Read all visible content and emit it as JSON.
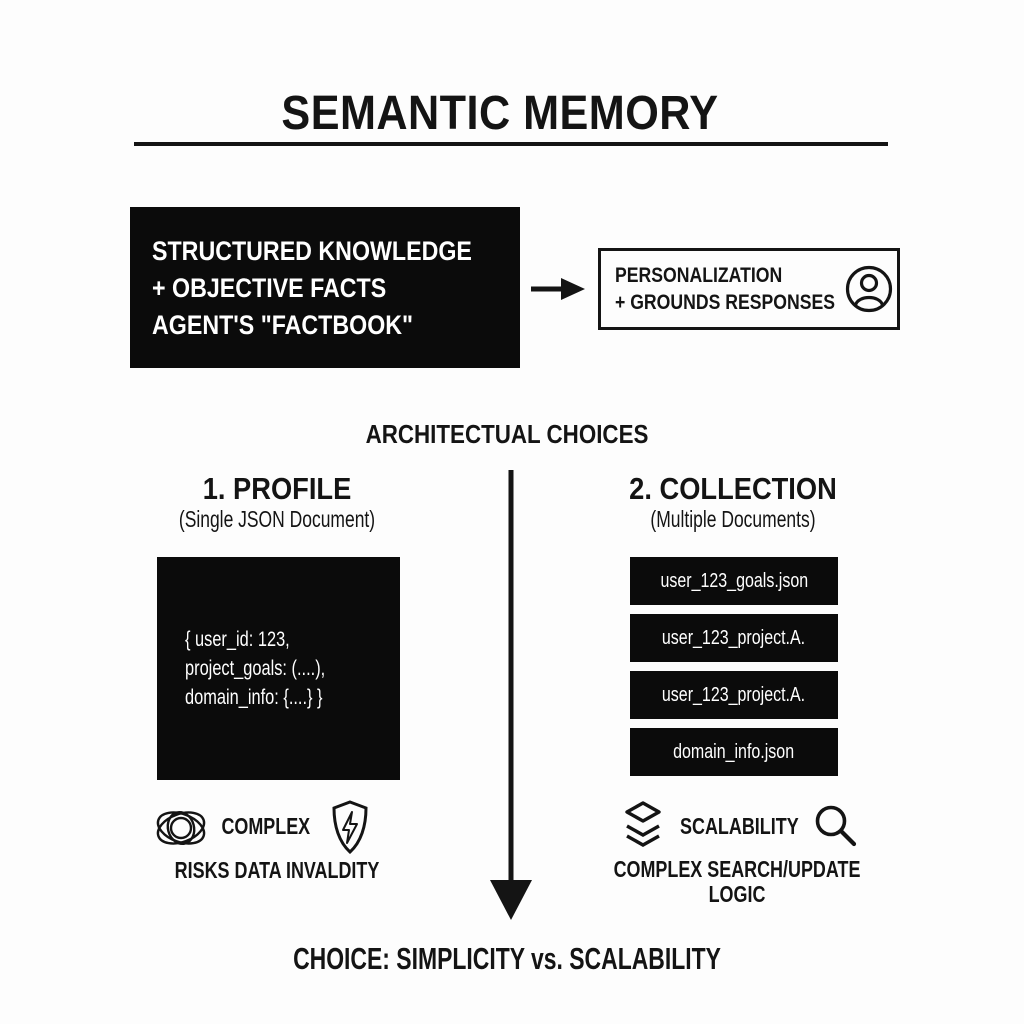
{
  "title": "SEMANTIC MEMORY",
  "factbook": {
    "line1": "STRUCTURED KNOWLEDGE",
    "line2": "+ OBJECTIVE FACTS",
    "line3": "AGENT'S \"FACTBOOK\""
  },
  "personalization": {
    "line1": "PERSONALIZATION",
    "line2": "+ GROUNDS RESPONSES",
    "icon": "user-icon"
  },
  "choices_heading": "ARCHITECTUAL CHOICES",
  "profile": {
    "heading": "1. PROFILE",
    "subheading": "(Single JSON Document)",
    "code_line1": "{ user_id: 123,",
    "code_line2": "project_goals: (....),",
    "code_line3": "domain_info: {....} }",
    "trait_label": "COMPLEX",
    "trait_icons": [
      "tangle-icon",
      "shield-bolt-icon"
    ],
    "caption": "RISKS DATA INVALDITY"
  },
  "collection": {
    "heading": "2. COLLECTION",
    "subheading": "(Multiple Documents)",
    "files": [
      "user_123_goals.json",
      "user_123_project.A.",
      "user_123_project.A.",
      "domain_info.json"
    ],
    "trait_label": "SCALABILITY",
    "trait_icons": [
      "layers-icon",
      "search-icon"
    ],
    "caption_line1": "COMPLEX SEARCH/UPDATE",
    "caption_line2": "LOGIC"
  },
  "footer": "CHOICE: SIMPLICITY vs. SCALABILITY",
  "colors": {
    "background": "#fdfdfd",
    "ink": "#141414",
    "panel_bg": "#0b0b0b",
    "panel_text": "#ffffff"
  }
}
